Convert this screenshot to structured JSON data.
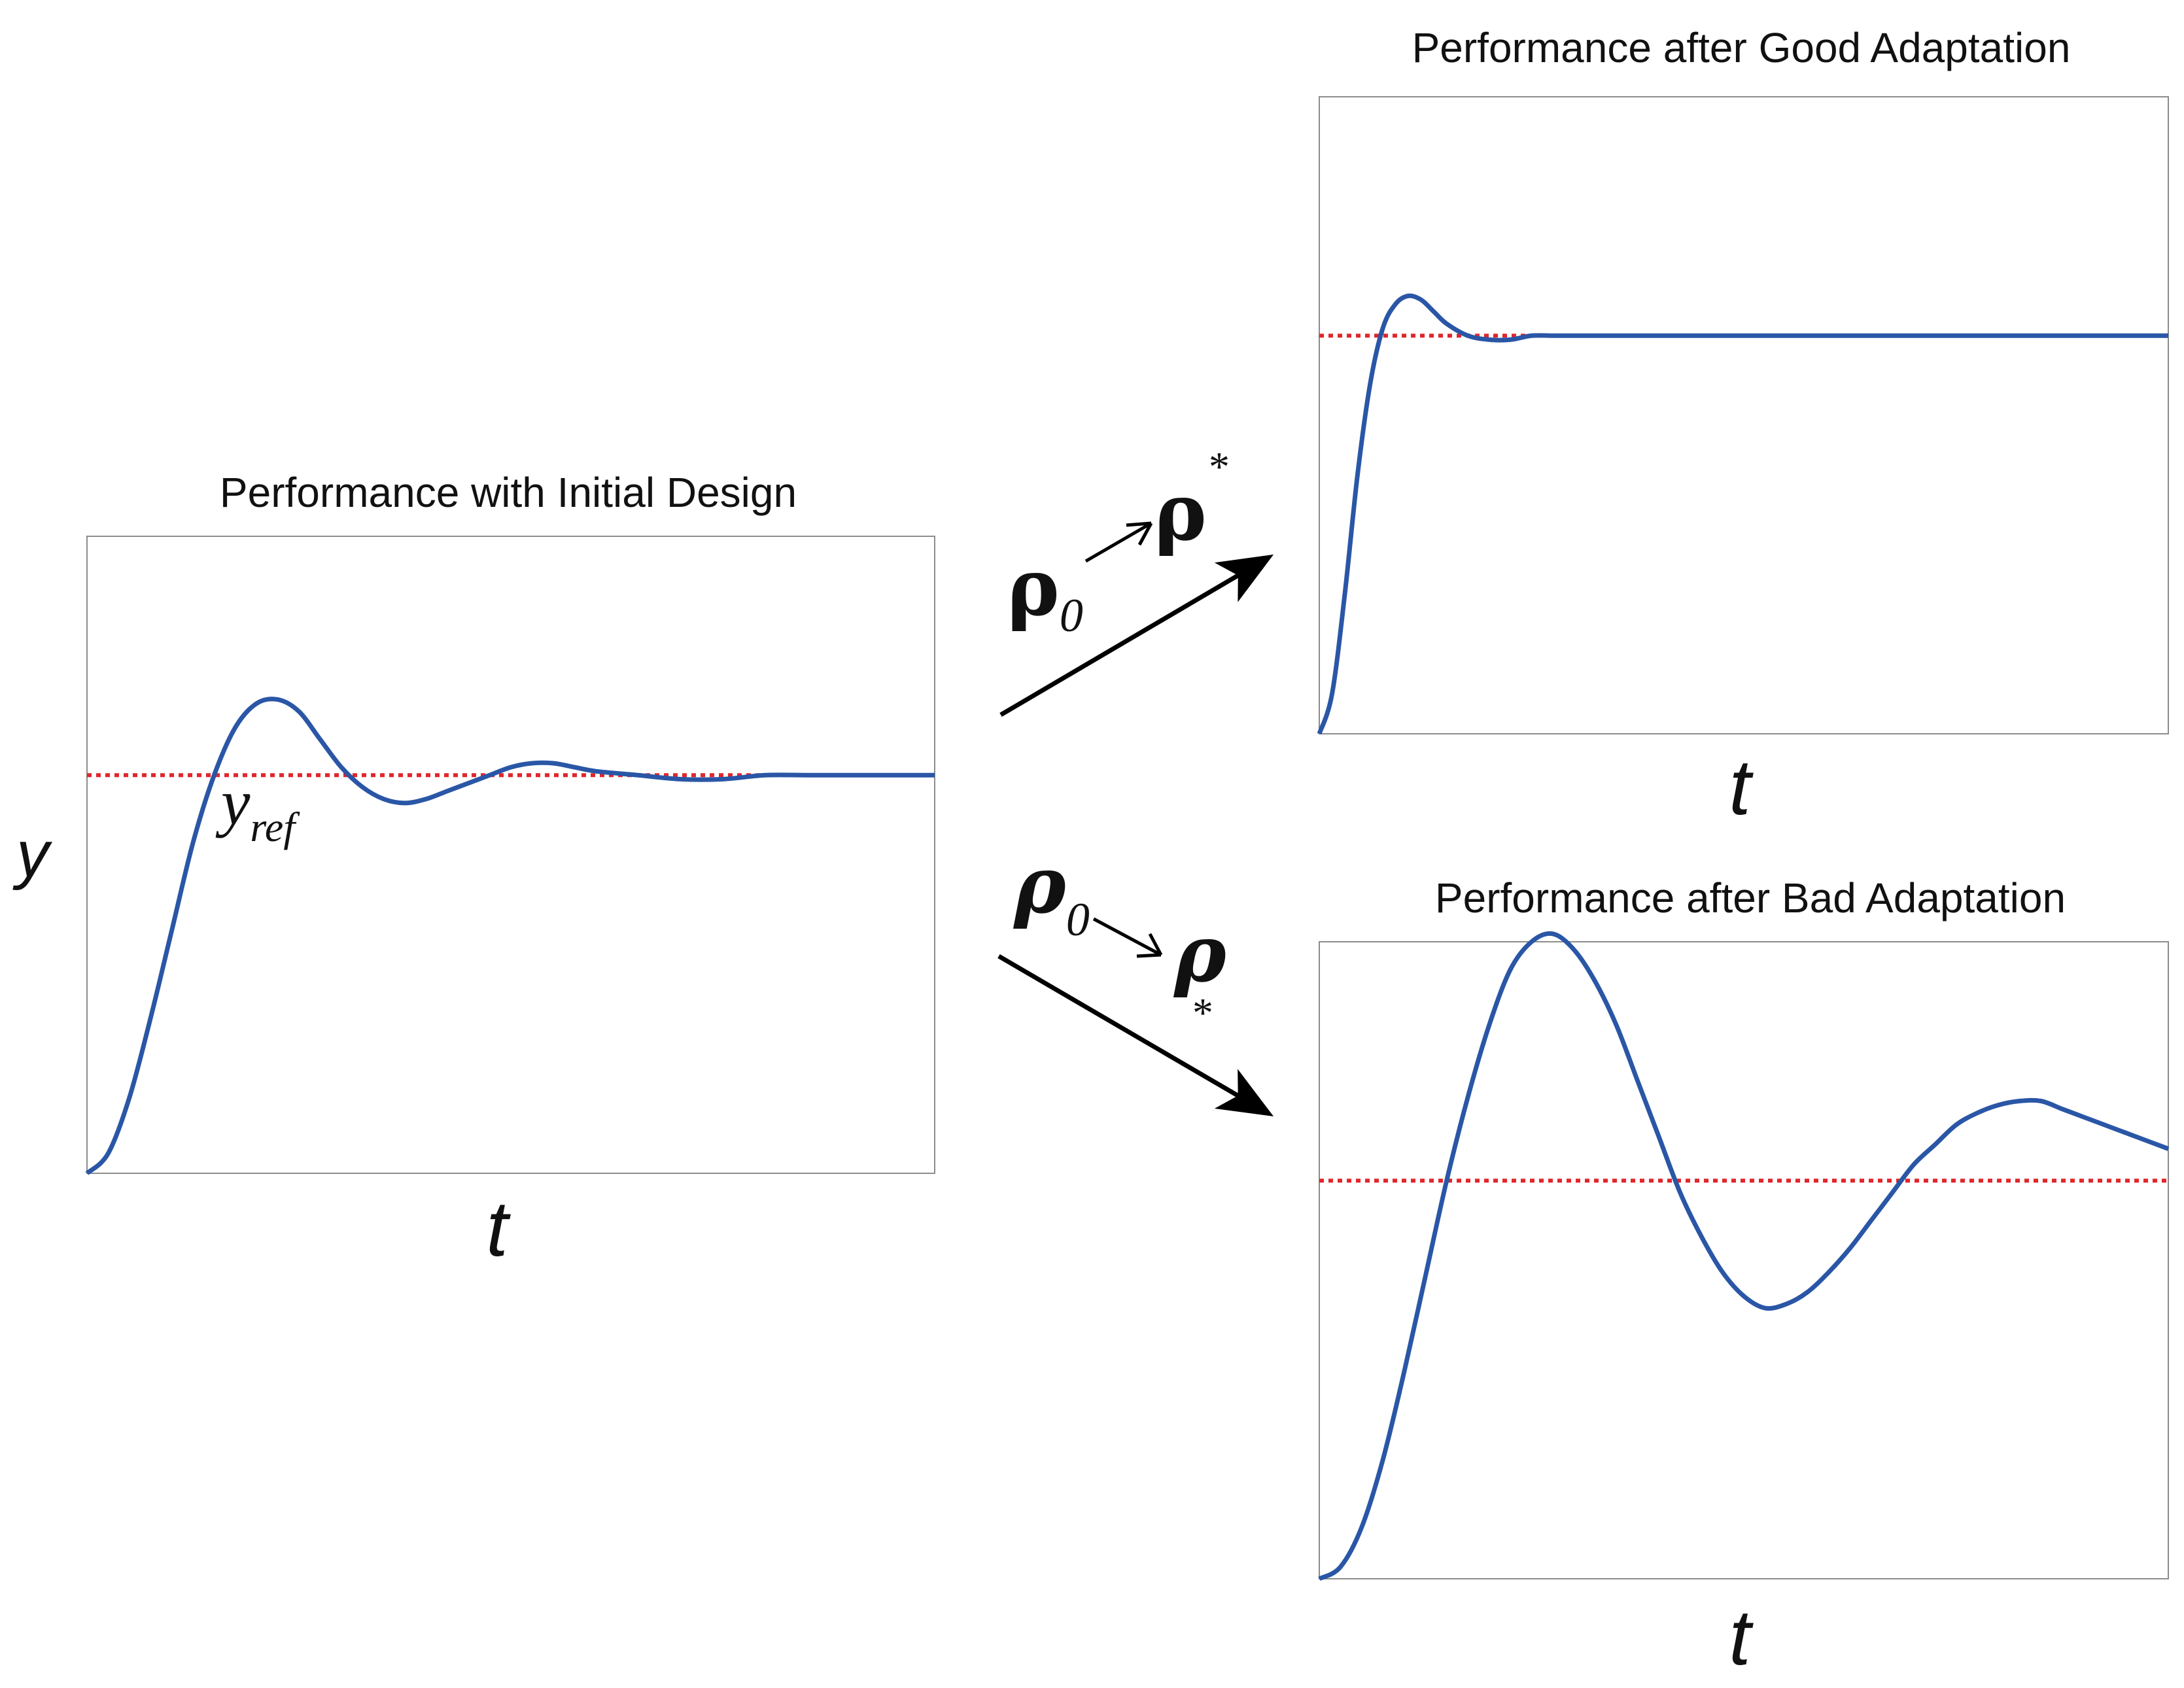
{
  "colors": {
    "response": "#2a56a6",
    "reference": "#e0262b",
    "frame": "#8c8c8c",
    "arrow": "#000000",
    "text": "#111111"
  },
  "labels": {
    "y_axis": "y",
    "y_ref_main": "y",
    "y_ref_sub": "ref",
    "arrow_good": {
      "from": "ρ",
      "from_sub": "0",
      "to": "ρ",
      "to_sup": "*"
    },
    "arrow_bad": {
      "from": "ρ",
      "from_sub": "0",
      "to": "ρ",
      "to_sub": "*"
    }
  },
  "chart_data": [
    {
      "type": "line",
      "title": "Performance with Initial Design",
      "xlabel": "t",
      "ylabel": "y",
      "grid": false,
      "legend": "none",
      "series": [
        {
          "role": "response",
          "style": "solid",
          "x": [
            0,
            0.25,
            0.5,
            0.75,
            1,
            1.25,
            1.5,
            1.75,
            2,
            2.25,
            2.5,
            2.75,
            3,
            3.25,
            3.5,
            3.75,
            4,
            4.25,
            4.5,
            4.75,
            5,
            5.25,
            5.5,
            5.75,
            6,
            6.5,
            7,
            7.5,
            8,
            8.5,
            9,
            9.5,
            10
          ],
          "y": [
            0,
            0.05,
            0.19,
            0.39,
            0.61,
            0.83,
            1.0,
            1.12,
            1.18,
            1.19,
            1.16,
            1.09,
            1.02,
            0.97,
            0.94,
            0.93,
            0.94,
            0.96,
            0.98,
            1.0,
            1.02,
            1.03,
            1.03,
            1.02,
            1.01,
            1.0,
            0.99,
            0.99,
            1.0,
            1.0,
            1.0,
            1.0,
            1.0
          ]
        },
        {
          "role": "reference",
          "style": "dotted",
          "x": [
            0,
            10
          ],
          "y": [
            1,
            1
          ]
        }
      ],
      "annotations": [
        "y_ref"
      ],
      "xlim": [
        0,
        10
      ],
      "ylim": [
        0,
        1.6
      ]
    },
    {
      "type": "line",
      "title": "Performance after Good Adaptation",
      "xlabel": "t",
      "ylabel": "",
      "grid": false,
      "legend": "none",
      "series": [
        {
          "role": "response",
          "style": "solid",
          "x": [
            0,
            0.15,
            0.3,
            0.45,
            0.6,
            0.75,
            0.9,
            1.05,
            1.2,
            1.35,
            1.5,
            1.75,
            2,
            2.25,
            2.5,
            2.75,
            3,
            3.5,
            4,
            4.5,
            5,
            6,
            7,
            8,
            9,
            10
          ],
          "y": [
            0,
            0.1,
            0.35,
            0.65,
            0.88,
            1.02,
            1.08,
            1.1,
            1.09,
            1.06,
            1.03,
            1.0,
            0.99,
            0.99,
            1.0,
            1.0,
            1.0,
            1.0,
            1.0,
            1.0,
            1.0,
            1.0,
            1.0,
            1.0,
            1.0,
            1.0
          ]
        },
        {
          "role": "reference",
          "style": "dotted",
          "x": [
            0,
            10
          ],
          "y": [
            1,
            1
          ]
        }
      ],
      "xlim": [
        0,
        10
      ],
      "ylim": [
        0,
        1.6
      ]
    },
    {
      "type": "line",
      "title": "Performance after Bad Adaptation",
      "xlabel": "t",
      "ylabel": "",
      "grid": false,
      "legend": "none",
      "series": [
        {
          "role": "response",
          "style": "solid",
          "x": [
            0,
            0.25,
            0.5,
            0.75,
            1,
            1.25,
            1.5,
            1.75,
            2,
            2.25,
            2.5,
            2.75,
            3,
            3.25,
            3.5,
            3.75,
            4,
            4.25,
            4.5,
            4.75,
            5,
            5.25,
            5.5,
            5.75,
            6,
            6.25,
            6.5,
            6.75,
            7,
            7.25,
            7.5,
            7.75,
            8,
            8.25,
            8.5,
            8.75,
            9,
            9.25,
            9.5,
            9.75,
            10
          ],
          "y": [
            0,
            0.03,
            0.13,
            0.3,
            0.52,
            0.76,
            1.0,
            1.21,
            1.39,
            1.53,
            1.6,
            1.62,
            1.58,
            1.5,
            1.39,
            1.25,
            1.11,
            0.97,
            0.86,
            0.77,
            0.71,
            0.68,
            0.69,
            0.72,
            0.77,
            0.83,
            0.9,
            0.97,
            1.04,
            1.09,
            1.14,
            1.17,
            1.19,
            1.2,
            1.2,
            1.18,
            1.16,
            1.14,
            1.12,
            1.1,
            1.08
          ]
        },
        {
          "role": "reference",
          "style": "dotted",
          "x": [
            0,
            10
          ],
          "y": [
            1,
            1
          ]
        }
      ],
      "xlim": [
        0,
        10
      ],
      "ylim": [
        0,
        1.6
      ]
    }
  ]
}
